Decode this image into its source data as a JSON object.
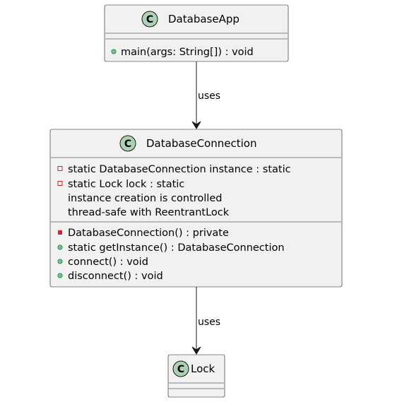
{
  "diagram": {
    "type": "uml-class-diagram",
    "classes": {
      "app": {
        "badge": "C",
        "name": "DatabaseApp",
        "attributes": [],
        "methods": [
          {
            "visibility": "public",
            "text": "main(args: String[]) : void"
          }
        ]
      },
      "conn": {
        "badge": "C",
        "name": "DatabaseConnection",
        "attributes": [
          {
            "visibility": "private",
            "text": "static DatabaseConnection instance : static"
          },
          {
            "visibility": "private",
            "text": "static Lock lock : static"
          },
          {
            "visibility": "none",
            "text": "instance creation is controlled"
          },
          {
            "visibility": "none",
            "text": "thread-safe with ReentrantLock"
          }
        ],
        "methods": [
          {
            "visibility": "private",
            "text": "DatabaseConnection() : private"
          },
          {
            "visibility": "public",
            "text": "static getInstance() : DatabaseConnection"
          },
          {
            "visibility": "public",
            "text": "connect() : void"
          },
          {
            "visibility": "public",
            "text": "disconnect() : void"
          }
        ]
      },
      "lock": {
        "badge": "C",
        "name": "Lock",
        "attributes": [],
        "methods": []
      }
    },
    "relations": {
      "app_conn": {
        "from": "DatabaseApp",
        "to": "DatabaseConnection",
        "label": "uses"
      },
      "conn_lock": {
        "from": "DatabaseConnection",
        "to": "Lock",
        "label": "uses"
      }
    },
    "colors": {
      "box_fill": "#f1f1f1",
      "border": "#181818",
      "badge_fill": "#add1b2",
      "public_marker": "#84be84",
      "private_field_marker": "#c82930",
      "private_method_marker": "#c82930"
    }
  }
}
